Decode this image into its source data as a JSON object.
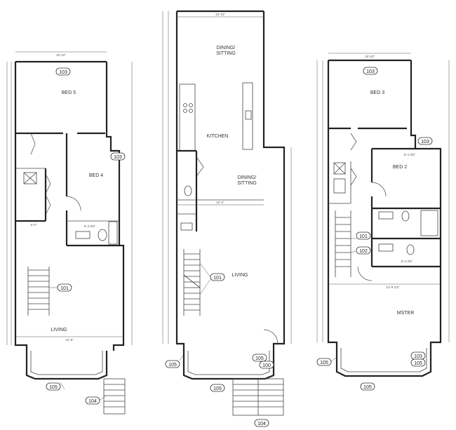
{
  "plans": [
    {
      "id": "left",
      "rooms": [
        {
          "name": "bed5",
          "label": "BED 5"
        },
        {
          "name": "bed4",
          "label": "BED 4"
        },
        {
          "name": "living",
          "label": "LIVING"
        }
      ],
      "tags": [
        "103",
        "103",
        "101",
        "105",
        "104"
      ],
      "dims": [
        "10'-10\"",
        "5'-4 3/4\"",
        "5'-0\"",
        "12'-6\""
      ]
    },
    {
      "id": "middle",
      "rooms": [
        {
          "name": "dining-sitting-top",
          "label": "DINING/\nSITTING"
        },
        {
          "name": "kitchen",
          "label": "KITCHEN"
        },
        {
          "name": "dining-sitting-mid",
          "label": "DINING/\nSITTING"
        },
        {
          "name": "living",
          "label": "LIVING"
        }
      ],
      "tags": [
        "101",
        "105",
        "105",
        "100",
        "105",
        "104"
      ],
      "dims": [
        "16'-10\"",
        "12'-2\""
      ]
    },
    {
      "id": "right",
      "rooms": [
        {
          "name": "bed3",
          "label": "BED 3"
        },
        {
          "name": "bed2",
          "label": "BED 2"
        },
        {
          "name": "master",
          "label": "MSTER"
        }
      ],
      "tags": [
        "103",
        "103",
        "101",
        "102",
        "105",
        "103",
        "105",
        "105"
      ],
      "dims": [
        "15'-10\"",
        "8'-4 3/4\"",
        "5'-4 3/4\"",
        "12'-8 1/2\""
      ]
    }
  ]
}
